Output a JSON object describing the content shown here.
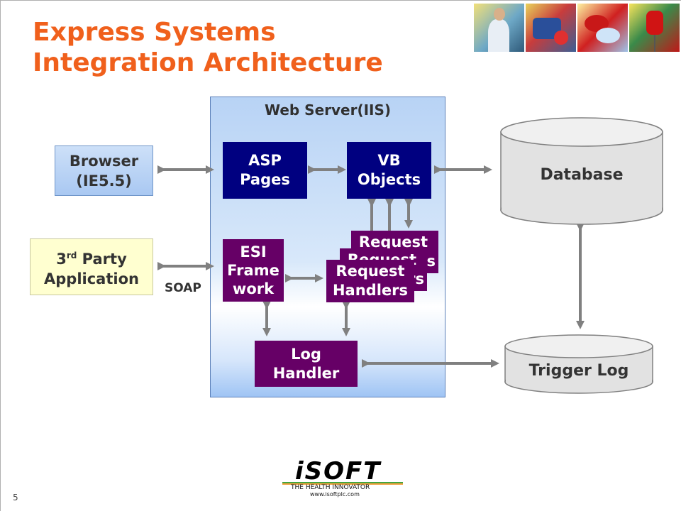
{
  "slide": {
    "title_line1": "Express Systems",
    "title_line2": "Integration Architecture",
    "page_number": "5"
  },
  "nodes": {
    "web_server": "Web Server(IIS)",
    "browser_line1": "Browser",
    "browser_line2": "(IE5.5)",
    "third_party_main": "3",
    "third_party_sup": "rd",
    "third_party_rest": " Party",
    "third_party_line2": "Application",
    "soap": "SOAP",
    "asp_line1": "ASP",
    "asp_line2": "Pages",
    "vb_line1": "VB",
    "vb_line2": "Objects",
    "esi_line1": "ESI",
    "esi_line2": "Frame",
    "esi_line3": "work",
    "request_line1": "Request",
    "request_line2": "Handlers",
    "request_back_line1": "Request",
    "request_back_line2": "s",
    "request_mid_line1": "Request",
    "request_mid_line2": "rs",
    "log_line1": "Log",
    "log_line2": "Handler",
    "database": "Database",
    "trigger_log": "Trigger Log"
  },
  "logo": {
    "brand": "iSOFT",
    "tagline": "THE HEALTH INNOVATOR",
    "url": "www.isoftplc.com"
  },
  "colors": {
    "title": "#f0601c",
    "navy_box": "#000080",
    "purple_box": "#660066",
    "arrow": "#808080"
  }
}
